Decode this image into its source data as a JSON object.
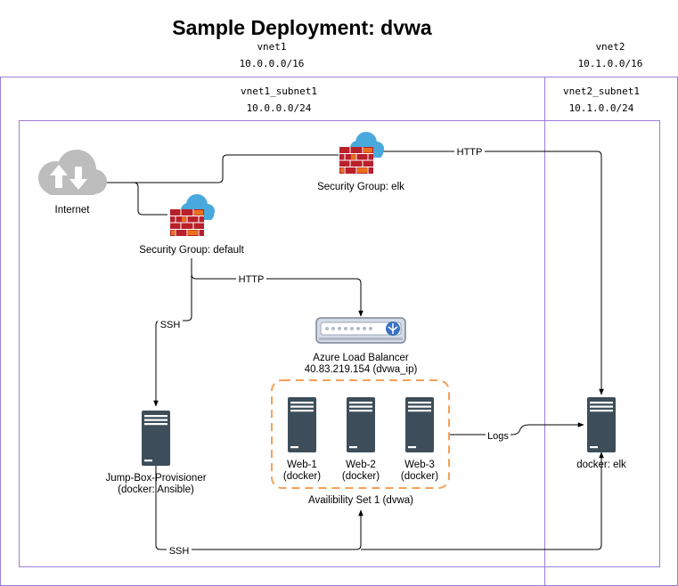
{
  "title": "Sample Deployment: dvwa",
  "vnet1": {
    "name": "vnet1",
    "cidr": "10.0.0.0/16"
  },
  "vnet1_subnet1": {
    "name": "vnet1_subnet1",
    "cidr": "10.0.0.0/24"
  },
  "vnet2": {
    "name": "vnet2",
    "cidr": "10.1.0.0/16"
  },
  "vnet2_subnet1": {
    "name": "vnet2_subnet1",
    "cidr": "10.1.0.0/24"
  },
  "nodes": {
    "internet": {
      "label": "Internet",
      "icon": "cloud-icon"
    },
    "sg_elk": {
      "label": "Security Group: elk",
      "icon": "firewall-icon"
    },
    "sg_default": {
      "label": "Security Group: default",
      "icon": "firewall-icon"
    },
    "load_balancer": {
      "label_line1": "Azure Load Balancer",
      "label_line2": "40.83.219.154 (dvwa_ip)",
      "icon": "load-balancer-icon"
    },
    "jump_box": {
      "label_line1": "Jump-Box-Provisioner",
      "label_line2": "(docker: Ansible)",
      "icon": "server-icon"
    },
    "web1": {
      "label_line1": "Web-1",
      "label_line2": "(docker)",
      "icon": "server-icon"
    },
    "web2": {
      "label_line1": "Web-2",
      "label_line2": "(docker)",
      "icon": "server-icon"
    },
    "web3": {
      "label_line1": "Web-3",
      "label_line2": "(docker)",
      "icon": "server-icon"
    },
    "elk": {
      "label": "docker: elk",
      "icon": "server-icon"
    },
    "availability_set": {
      "label": "Availibility Set 1 (dvwa)"
    }
  },
  "edges": {
    "http_top": "HTTP",
    "http_lb": "HTTP",
    "ssh_jump": "SSH",
    "ssh_bottom": "SSH",
    "logs": "Logs"
  },
  "colors": {
    "zone_border": "#9b7fd6",
    "availability_set_border": "#f5a05a",
    "server_body": "#3d4e5a",
    "cloud_fill": "#bdbdbd",
    "firewall_red": "#b8202a",
    "firewall_orange": "#e8701a",
    "firewall_cloud": "#4aa9dc",
    "lb_fill": "#d4dbe6",
    "lb_accent": "#3c72c4"
  }
}
